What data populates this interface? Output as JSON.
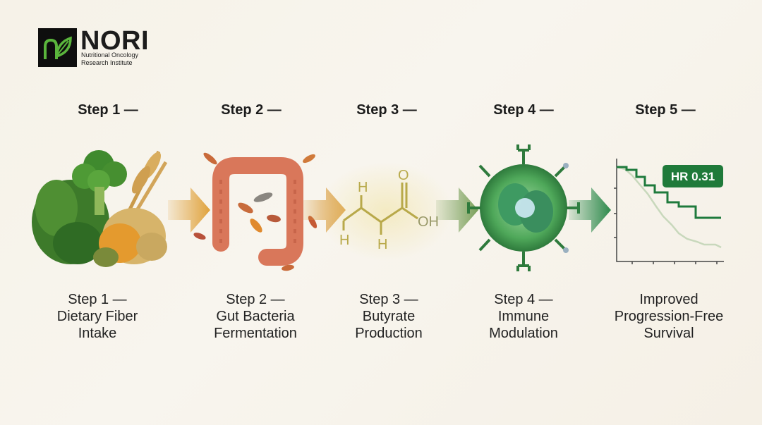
{
  "logo": {
    "name": "NORI",
    "subtitle_line1": "Nutritional Oncology",
    "subtitle_line2": "Research Institute"
  },
  "steps": [
    {
      "header": "Step 1 —",
      "label_lines": [
        "Step 1 —",
        "Dietary Fiber",
        "Intake"
      ],
      "icon": "fiber-foods-icon"
    },
    {
      "header": "Step 2 —",
      "label_lines": [
        "Step 2 —",
        "Gut Bacteria",
        "Fermentation"
      ],
      "icon": "gut-bacteria-icon"
    },
    {
      "header": "Step 3 —",
      "label_lines": [
        "Step 3 —",
        "Butyrate",
        "Production"
      ],
      "icon": "butyrate-molecule-icon"
    },
    {
      "header": "Step 4 —",
      "label_lines": [
        "Step 4 —",
        "Immune",
        "Modulation"
      ],
      "icon": "immune-cell-icon"
    },
    {
      "header": "Step 5 —",
      "label_lines": [
        "Improved",
        "Progression-Free",
        "Survival"
      ],
      "icon": "survival-curve-icon"
    }
  ],
  "molecule": {
    "atom_h": "H",
    "atom_o": "O",
    "group_oh": "OH"
  },
  "survival_plot": {
    "badge": "HR 0.31"
  },
  "colors": {
    "arrow_1": "#e0a23c",
    "arrow_2": "#d99a3a",
    "arrow_3": "#7aa05a",
    "arrow_4": "#2e8a4c",
    "curve_treated": "#1e7a3c",
    "curve_control": "#c8d8bc",
    "badge_bg": "#1f7a3a"
  }
}
